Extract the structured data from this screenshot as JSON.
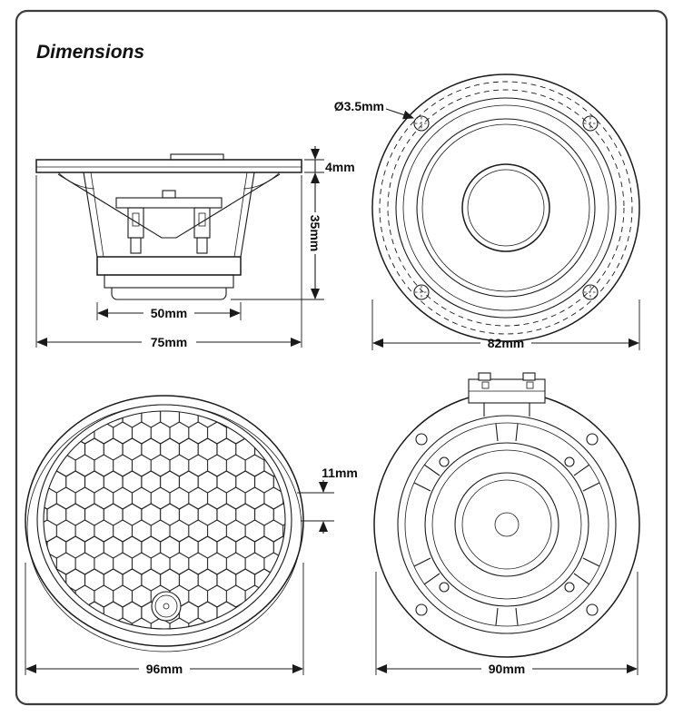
{
  "page": {
    "title": "Dimensions"
  },
  "side_view": {
    "flange_thickness": "4mm",
    "body_depth": "35mm",
    "magnet_width": "50mm",
    "overall_width": "75mm"
  },
  "front_view": {
    "mounting_hole_diameter": "Ø3.5mm",
    "overall_diameter": "82mm"
  },
  "grille_view": {
    "thickness": "11mm",
    "diameter": "96mm"
  },
  "rear_view": {
    "overall_diameter": "90mm"
  }
}
